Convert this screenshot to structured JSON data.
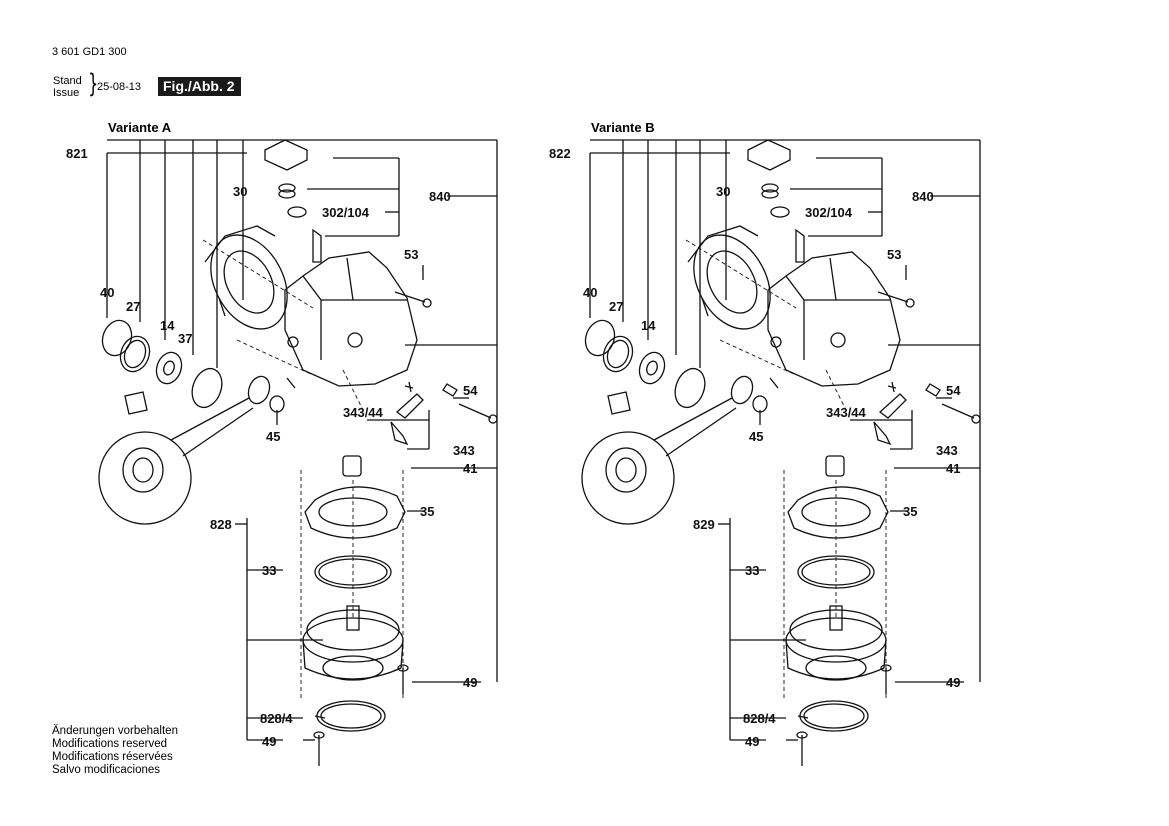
{
  "header": {
    "doc_number": "3 601 GD1 300",
    "stand_label": "Stand",
    "issue_label": "Issue",
    "brace": "}",
    "date": "25-08-13",
    "figure": "Fig./Abb. 2"
  },
  "variants": [
    {
      "title": "Variante A",
      "labels": {
        "kit": "821",
        "p40": "40",
        "p27": "27",
        "p14": "14",
        "p37": "37",
        "p30": "30",
        "p840": "840",
        "p302": "302/104",
        "p53": "53",
        "p54": "54",
        "p343_44": "343/44",
        "p45": "45",
        "p343": "343",
        "p41": "41",
        "p35": "35",
        "gear_kit": "828",
        "p33": "33",
        "p49a": "49",
        "p828_4": "828/4",
        "p49b": "49"
      }
    },
    {
      "title": "Variante B",
      "labels": {
        "kit": "822",
        "p40": "40",
        "p27": "27",
        "p14": "14",
        "p30": "30",
        "p840": "840",
        "p302": "302/104",
        "p53": "53",
        "p54": "54",
        "p343_44": "343/44",
        "p45": "45",
        "p343": "343",
        "p41": "41",
        "p35": "35",
        "gear_kit": "829",
        "p33": "33",
        "p49a": "49",
        "p828_4": "828/4",
        "p49b": "49"
      }
    }
  ],
  "notes": [
    "Änderungen vorbehalten",
    "Modifications reserved",
    "Modifications réservées",
    "Salvo modificaciones"
  ]
}
